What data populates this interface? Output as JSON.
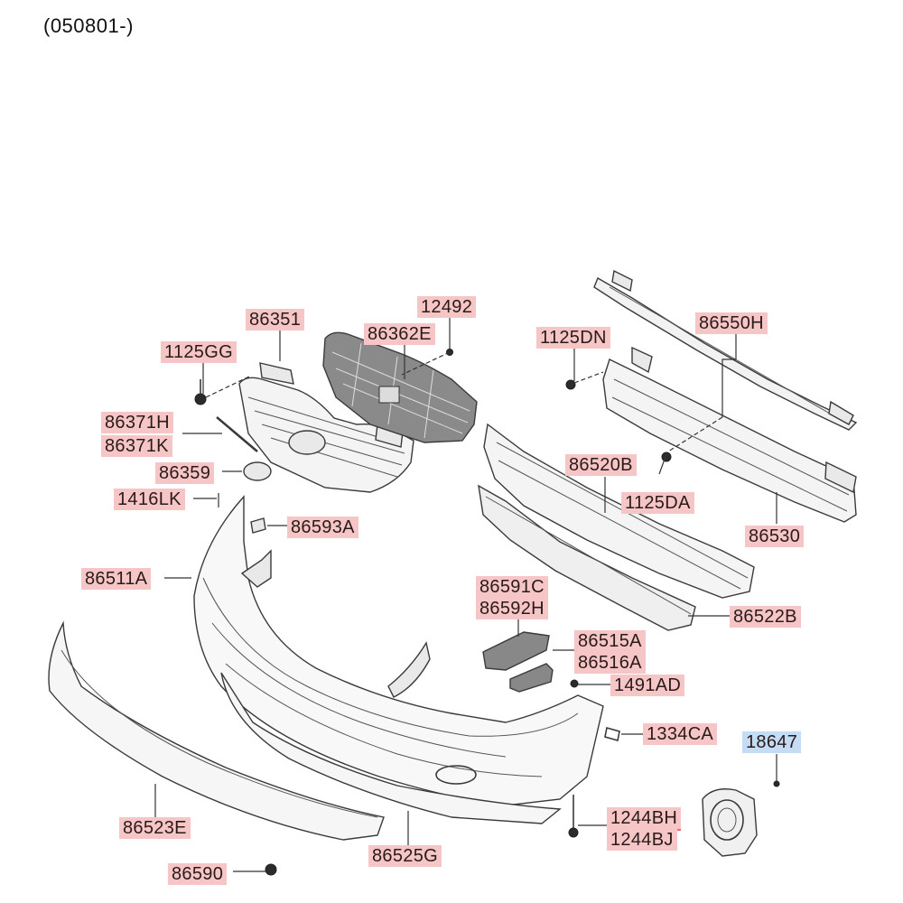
{
  "header": {
    "date_code": "(050801-)"
  },
  "labels": {
    "p86351": "86351",
    "p12492": "12492",
    "p86362E": "86362E",
    "p1125GG": "1125GG",
    "p1125DN": "1125DN",
    "p86550H": "86550H",
    "p86371H": "86371H",
    "p86371K": "86371K",
    "p86359": "86359",
    "p86520B": "86520B",
    "p1416LK": "1416LK",
    "p1125DA": "1125DA",
    "p86593A": "86593A",
    "p86530": "86530",
    "p86511A": "86511A",
    "p86591C": "86591C",
    "p86592H": "86592H",
    "p86522B": "86522B",
    "p86515A": "86515A",
    "p86516A": "86516A",
    "p1491AD": "1491AD",
    "p1334CA": "1334CA",
    "p18647": "18647",
    "p86523E": "86523E",
    "p1244BH": "1244BH",
    "p1244BJ": "1244BJ",
    "p86525G": "86525G",
    "p86590": "86590"
  },
  "colors": {
    "label_background": "#f6c6c6",
    "highlight_label_background": "#c4dcf4",
    "line_color": "#3a3a3a"
  }
}
